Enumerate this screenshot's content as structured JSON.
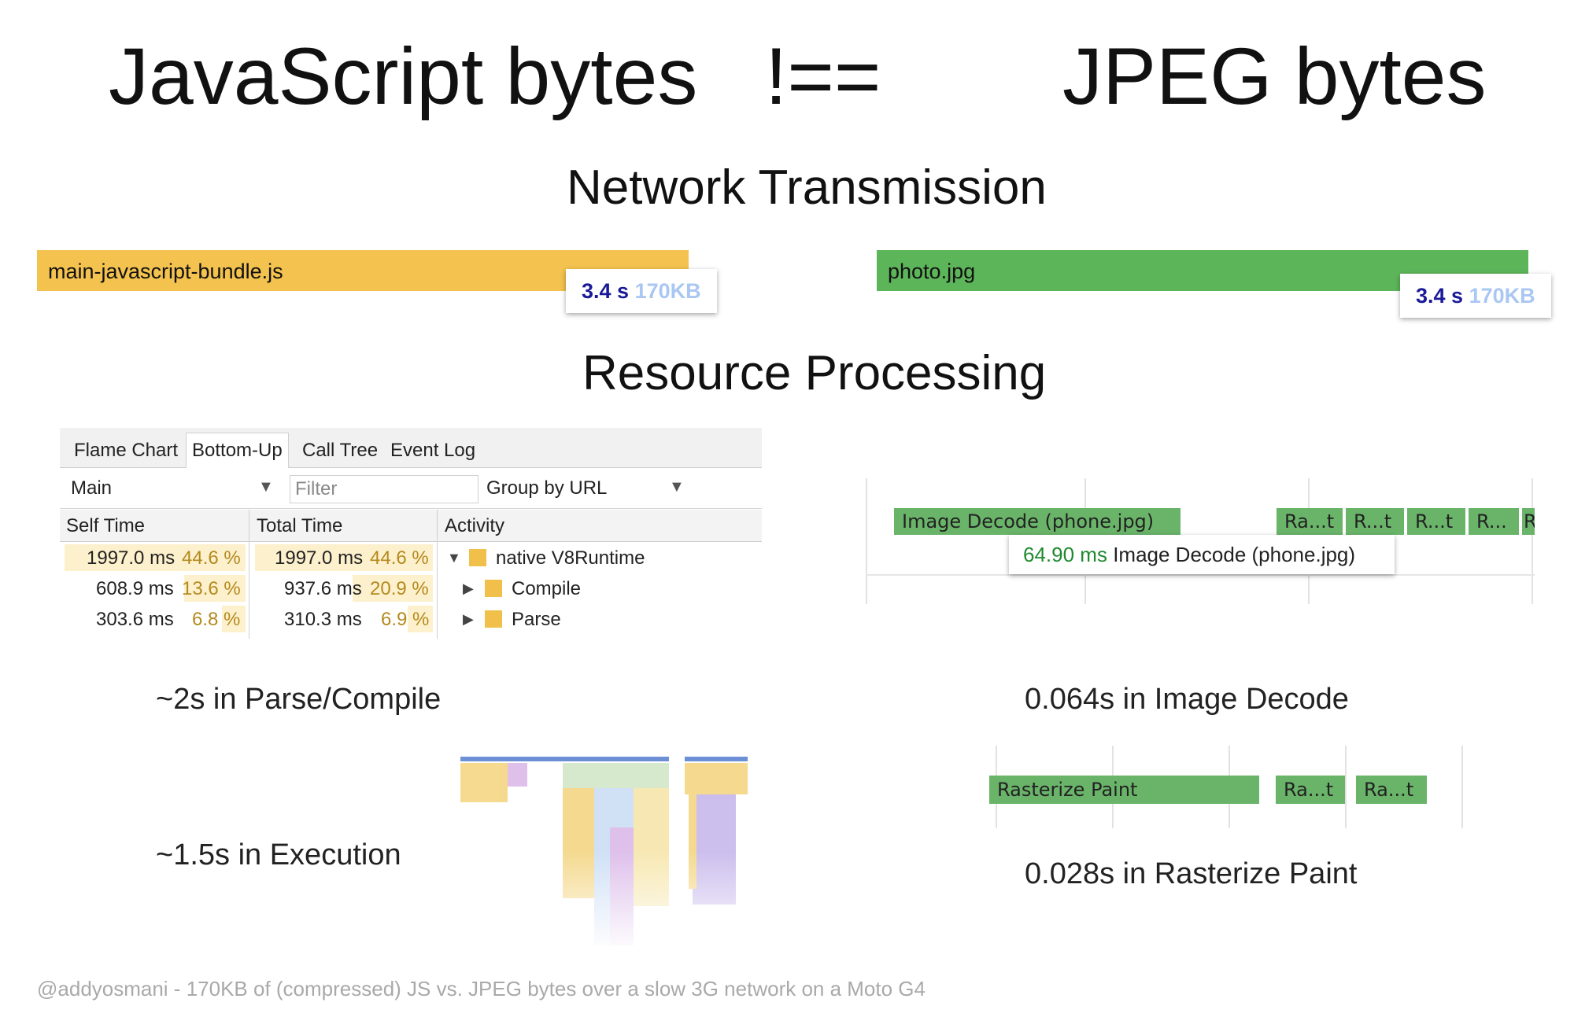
{
  "titles": {
    "left": "JavaScript bytes",
    "operator": "!==",
    "right": "JPEG bytes"
  },
  "sections": {
    "network": "Network Transmission",
    "processing": "Resource Processing"
  },
  "network": {
    "js_bar": {
      "label": "main-javascript-bundle.js",
      "time": "3.4 s",
      "size": "170KB",
      "color": "#f4c24e"
    },
    "jpg_bar": {
      "label": "photo.jpg",
      "time": "3.4 s",
      "size": "170KB",
      "color": "#5db55a"
    }
  },
  "devtools": {
    "tabs": [
      "Flame Chart",
      "Bottom-Up",
      "Call Tree",
      "Event Log"
    ],
    "active_tab": "Bottom-Up",
    "thread_select": "Main",
    "filter_placeholder": "Filter",
    "group_select": "Group by URL",
    "columns": [
      "Self Time",
      "Total Time",
      "Activity"
    ],
    "rows": [
      {
        "self_ms": "1997.0 ms",
        "self_pct": "44.6 %",
        "total_ms": "1997.0 ms",
        "total_pct": "44.6 %",
        "activity": "native V8Runtime",
        "expanded": true
      },
      {
        "self_ms": "608.9 ms",
        "self_pct": "13.6 %",
        "total_ms": "937.6 ms",
        "total_pct": "20.9 %",
        "activity": "Compile",
        "expanded": false
      },
      {
        "self_ms": "303.6 ms",
        "self_pct": "6.8 %",
        "total_ms": "310.3 ms",
        "total_pct": "6.9 %",
        "activity": "Parse",
        "expanded": false
      }
    ]
  },
  "decode": {
    "main_bar": "Image Decode (phone.jpg)",
    "small_bars": [
      "Ra...t",
      "R...t",
      "R...t",
      "R...",
      "R"
    ],
    "tooltip_time": "64.90 ms",
    "tooltip_label": "Image Decode (phone.jpg)"
  },
  "raster": {
    "bars": [
      "Rasterize Paint",
      "Ra...t",
      "Ra...t"
    ]
  },
  "notes": {
    "parse_compile": "~2s in Parse/Compile",
    "execution": "~1.5s in Execution",
    "image_decode": "0.064s in Image Decode",
    "rasterize": "0.028s in Rasterize Paint"
  },
  "footer": "@addyosmani - 170KB of (compressed) JS vs. JPEG bytes over a slow 3G network on a Moto G4"
}
